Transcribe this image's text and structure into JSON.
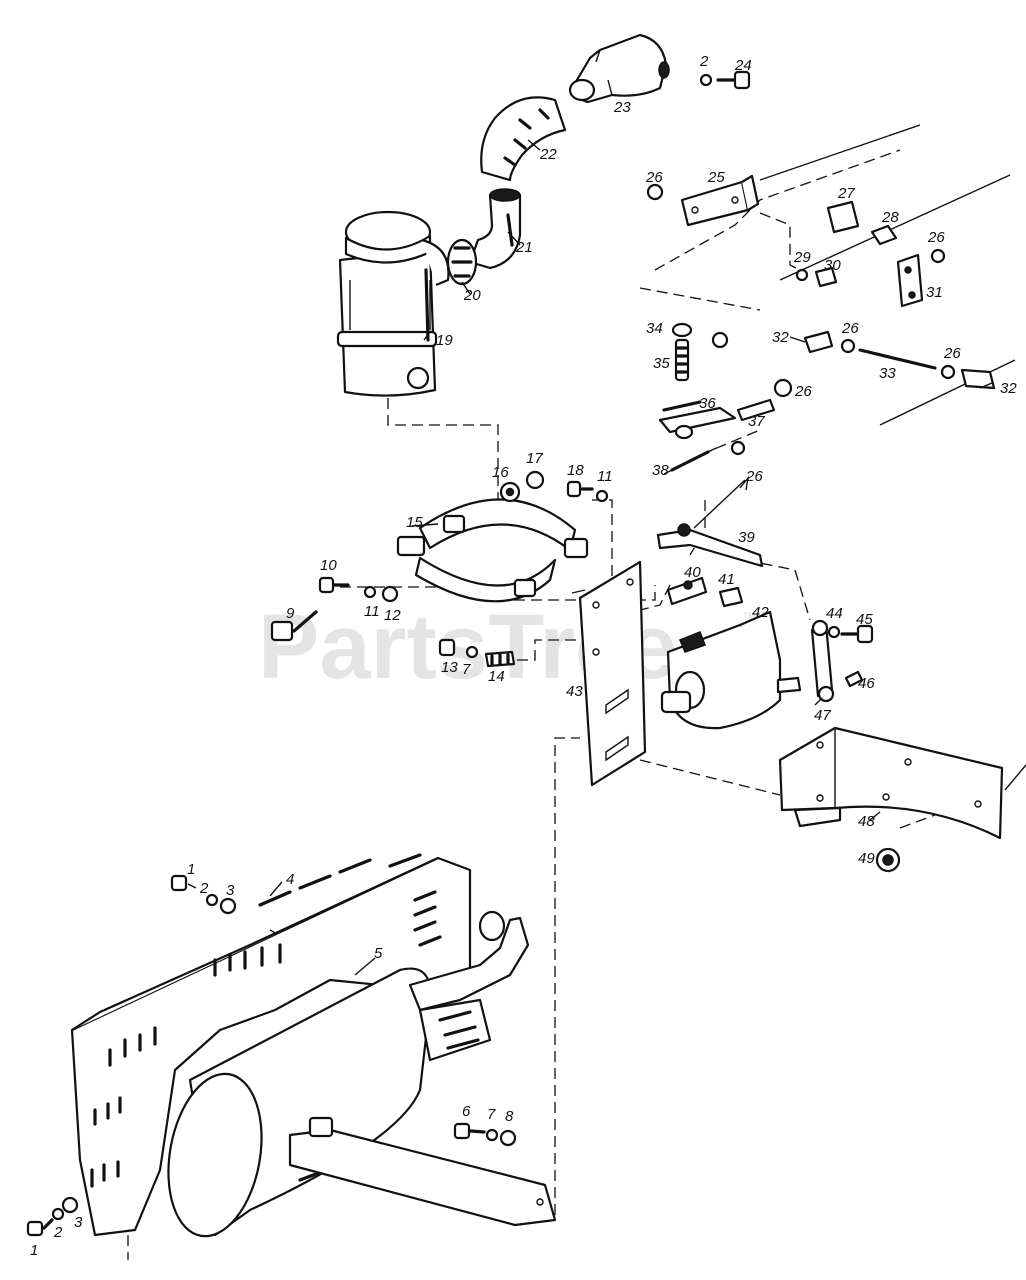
{
  "watermark": {
    "text": "PartsTree",
    "mark": "™"
  },
  "callouts": {
    "c1a": "1",
    "c2a": "2",
    "c3a": "3",
    "c4": "4",
    "c5": "5",
    "c1b": "1",
    "c2b": "2",
    "c3b": "3",
    "c6": "6",
    "c7a": "7",
    "c8": "8",
    "c9": "9",
    "c10": "10",
    "c11a": "11",
    "c12": "12",
    "c13": "13",
    "c7b": "7",
    "c14": "14",
    "c15": "15",
    "c16": "16",
    "c17": "17",
    "c18": "18",
    "c11b": "11",
    "c19": "19",
    "c20": "20",
    "c21": "21",
    "c22": "22",
    "c23": "23",
    "c2c": "2",
    "c24": "24",
    "c25": "25",
    "c26a": "26",
    "c27": "27",
    "c28": "28",
    "c26b": "26",
    "c29": "29",
    "c30": "30",
    "c31": "31",
    "c34": "34",
    "c35": "35",
    "c32a": "32",
    "c26c": "26",
    "c33": "33",
    "c26d": "26",
    "c32b": "32",
    "c36": "36",
    "c37": "37",
    "c26e": "26",
    "c38": "38",
    "c26f": "26",
    "c39": "39",
    "c40": "40",
    "c41": "41",
    "c42": "42",
    "c43": "43",
    "c44": "44",
    "c45": "45",
    "c46": "46",
    "c47": "47",
    "c48": "48",
    "c49": "49"
  }
}
